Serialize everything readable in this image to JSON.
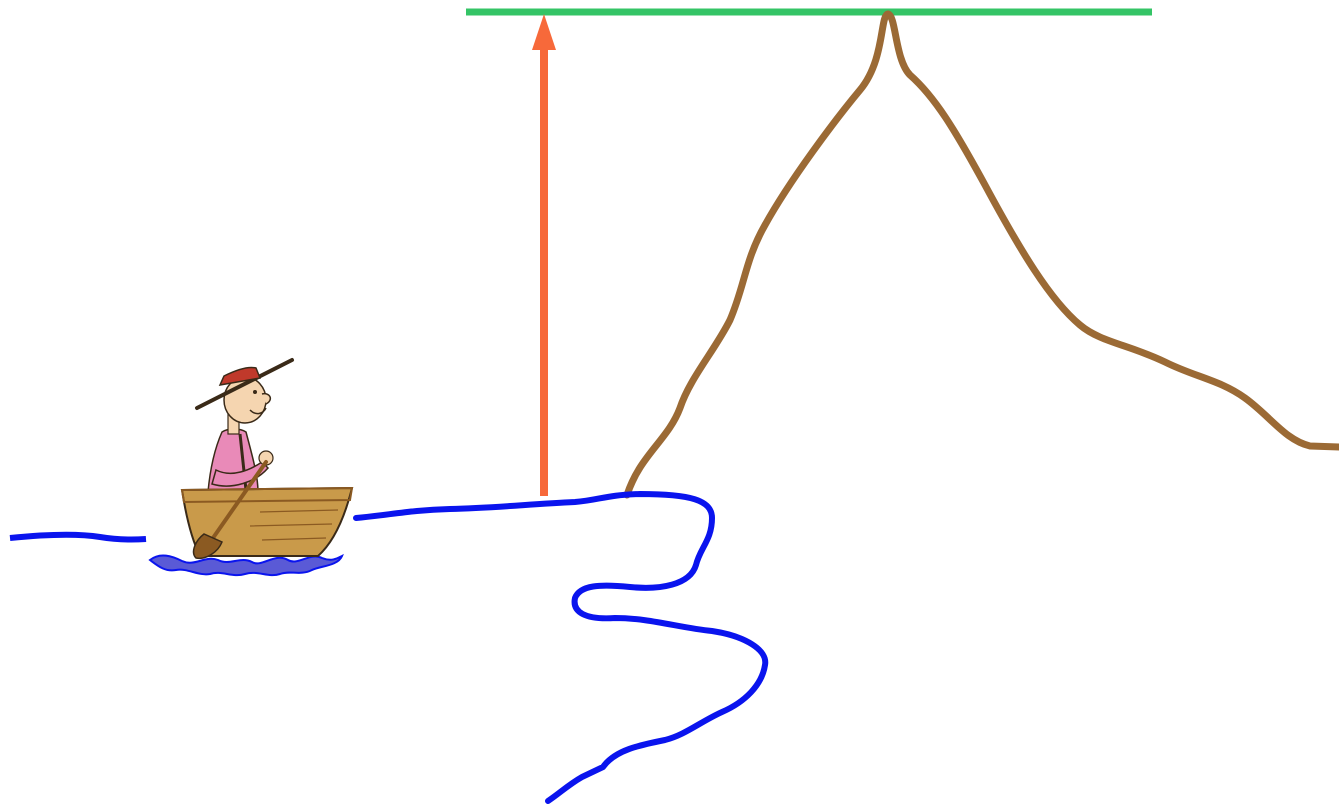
{
  "diagram": {
    "elements": [
      {
        "id": "reference-level-line",
        "kind": "horizontal line"
      },
      {
        "id": "height-arrow",
        "kind": "vertical arrow pointing up"
      },
      {
        "id": "mountain-outline",
        "kind": "mountain profile curve"
      },
      {
        "id": "water-surface",
        "kind": "wavy water / river line"
      },
      {
        "id": "boatman",
        "kind": "man rowing a wooden boat"
      }
    ]
  },
  "colors": {
    "background": "#ffffff",
    "reference_line": "#34c466",
    "arrow": "#f7693a",
    "mountain": "#9b6a35",
    "water": "#0a14ee",
    "boat_hull": "#c99a4a",
    "boat_hull_shadow": "#8b5a22",
    "hat": "#c0392b",
    "shirt": "#e98ab8",
    "skin": "#f5d5b0",
    "waves": "#5a5ad6",
    "outline": "#3a2a18"
  }
}
